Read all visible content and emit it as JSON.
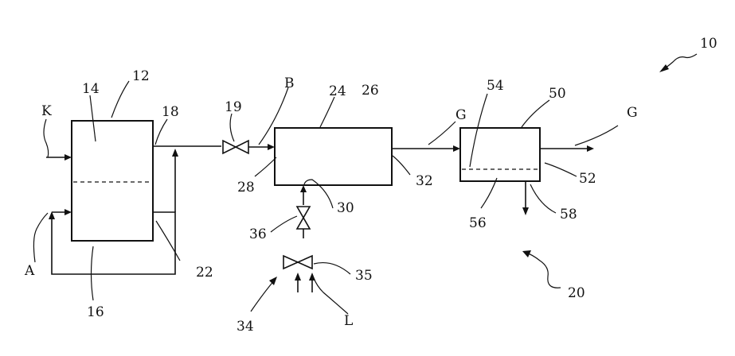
{
  "labels": {
    "l10": "10",
    "l12": "12",
    "l14": "14",
    "l16": "16",
    "l18": "18",
    "l19": "19",
    "l20": "20",
    "l22": "22",
    "l24": "24",
    "l26": "26",
    "l28": "28",
    "l30": "30",
    "l32": "32",
    "l34": "34",
    "l35": "35",
    "l36": "36",
    "l50": "50",
    "l52": "52",
    "l54": "54",
    "l56": "56",
    "l58": "58",
    "K": "K",
    "A": "A",
    "B": "B",
    "G1": "G",
    "G2": "G",
    "L": "L"
  }
}
